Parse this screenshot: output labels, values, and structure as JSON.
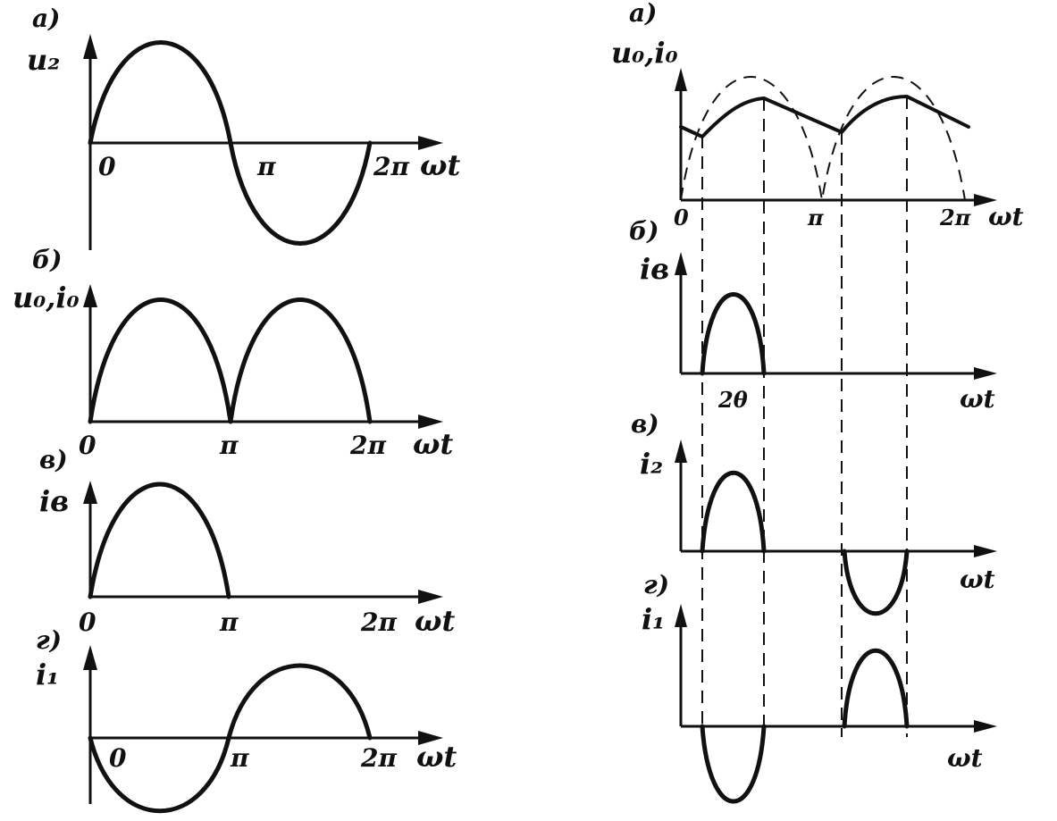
{
  "left": {
    "panel_a": {
      "letter": "a)",
      "ylabel": "u₂",
      "x0": "0",
      "xpi": "π",
      "x2pi": "2π",
      "xlabel": "ωt"
    },
    "panel_b": {
      "letter": "б)",
      "ylabel": "u₀,i₀",
      "x0": "0",
      "xpi": "π",
      "x2pi": "2π",
      "xlabel": "ωt"
    },
    "panel_c": {
      "letter": "в)",
      "ylabel": "iв",
      "x0": "0",
      "xpi": "π",
      "x2pi": "2π",
      "xlabel": "ωt"
    },
    "panel_d": {
      "letter": "г)",
      "ylabel": "i₁",
      "x0": "0",
      "xpi": "π",
      "x2pi": "2π",
      "xlabel": "ωt"
    }
  },
  "right": {
    "panel_a": {
      "letter": "a)",
      "ylabel": "u₀,i₀",
      "x0": "0",
      "xpi": "π",
      "x2pi": "2π",
      "xlabel": "ωt"
    },
    "panel_b": {
      "letter": "б)",
      "ylabel": "iв",
      "pulse_label": "2θ",
      "xlabel": "ωt"
    },
    "panel_c": {
      "letter": "в)",
      "ylabel": "i₂",
      "xlabel": "ωt"
    },
    "panel_d": {
      "letter": "г)",
      "ylabel": "i₁",
      "xlabel": "ωt"
    }
  }
}
